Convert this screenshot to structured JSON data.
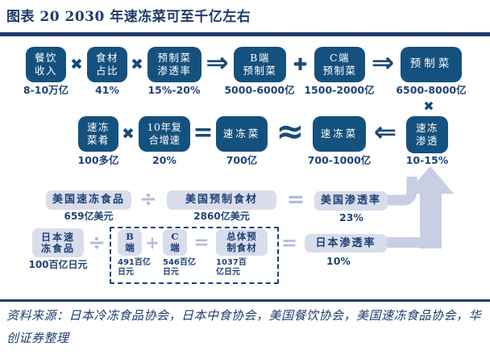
{
  "title": "图表 20  2030 年速冻菜可至千亿左右",
  "symbols": {
    "multiply": "✖",
    "implies": "⇒",
    "plus_heavy": "✚",
    "plus": "+",
    "equals": "=",
    "approx": "≈",
    "left_arrow": "⇐",
    "divide": "÷"
  },
  "row1": {
    "boxes": [
      {
        "label": "餐饮\n收入",
        "value": "8-10万亿"
      },
      {
        "label": "食材\n占比",
        "value": "41%"
      },
      {
        "label": "预制菜\n渗透率",
        "value": "15%-20%"
      },
      {
        "label": "B端\n预制菜",
        "value": "5000-6000亿"
      },
      {
        "label": "C端\n预制菜",
        "value": "1500-2000亿"
      },
      {
        "label": "预制菜",
        "value": "6500-8000亿"
      }
    ]
  },
  "row2": {
    "boxes": [
      {
        "label": "速冻\n菜肴",
        "value": "100多亿"
      },
      {
        "label": "10年复\n合增速",
        "value": "20%"
      },
      {
        "label": "速冻菜",
        "value": "700亿"
      },
      {
        "label": "速冻菜",
        "value": "700-1000亿"
      },
      {
        "label": "速冻\n渗透",
        "value": "10-15%"
      }
    ]
  },
  "row3": {
    "boxes": [
      {
        "label": "美国速冻食品",
        "value": "659亿美元"
      },
      {
        "label": "美国预制食材",
        "value": "2860亿美元"
      },
      {
        "label": "美国渗透率",
        "value": "23%"
      }
    ]
  },
  "row4": {
    "japan_frozen": {
      "label": "日本速\n冻食品",
      "value": "100百亿日元"
    },
    "b_side": {
      "label": "B\n端",
      "value": "491百亿\n日元"
    },
    "c_side": {
      "label": "C\n端",
      "value": "546百亿\n日元"
    },
    "total": {
      "label": "总体预\n制食材",
      "value": "1037百\n亿日元"
    },
    "japan_rate": {
      "label": "日本渗透率",
      "value": "10%"
    }
  },
  "source": "资料来源：日本冷冻食品协会，日本中食协会，美国餐饮协会，美国速冻食品协会，华创证券整理",
  "colors": {
    "box_dark": "#15517E",
    "box_light": "#D9DDEB",
    "navy_text": "#1E3C6D",
    "arrow_light": "#C8CFE2"
  }
}
